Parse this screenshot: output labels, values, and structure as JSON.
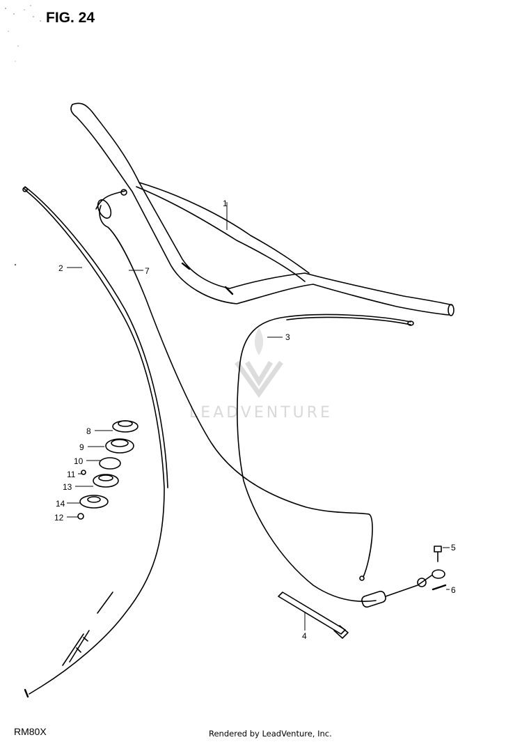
{
  "figure_title": "FIG. 24",
  "model_code": "RM80X",
  "footer_credit": "Rendered by LeadVenture, Inc.",
  "watermark": {
    "text": "LEADVENTURE",
    "color": "#d9d9d9"
  },
  "parts": [
    {
      "ref": "1"
    },
    {
      "ref": "2"
    },
    {
      "ref": "3"
    },
    {
      "ref": "4"
    },
    {
      "ref": "5"
    },
    {
      "ref": "6"
    },
    {
      "ref": "7"
    },
    {
      "ref": "8"
    },
    {
      "ref": "9"
    },
    {
      "ref": "10"
    },
    {
      "ref": "11"
    },
    {
      "ref": "12"
    },
    {
      "ref": "13"
    },
    {
      "ref": "14"
    }
  ]
}
